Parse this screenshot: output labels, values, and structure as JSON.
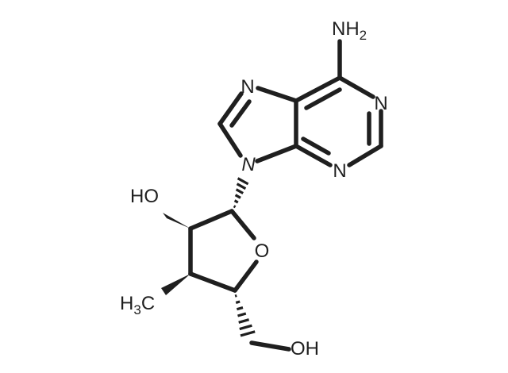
{
  "molecule": {
    "labels": {
      "amine": "NH2",
      "amine_main": "NH",
      "amine_sub": "2",
      "n1": "N",
      "n3": "N",
      "n7": "N",
      "n9": "N",
      "hydroxyl_2": "HO",
      "ring_oxygen": "O",
      "methyl": "H3C",
      "methyl_pre": "H",
      "methyl_sub": "3",
      "methyl_post": "C",
      "hydroxyl_5": "OH"
    },
    "colors": {
      "bond": "#1f1f1f",
      "background": "#ffffff"
    }
  }
}
